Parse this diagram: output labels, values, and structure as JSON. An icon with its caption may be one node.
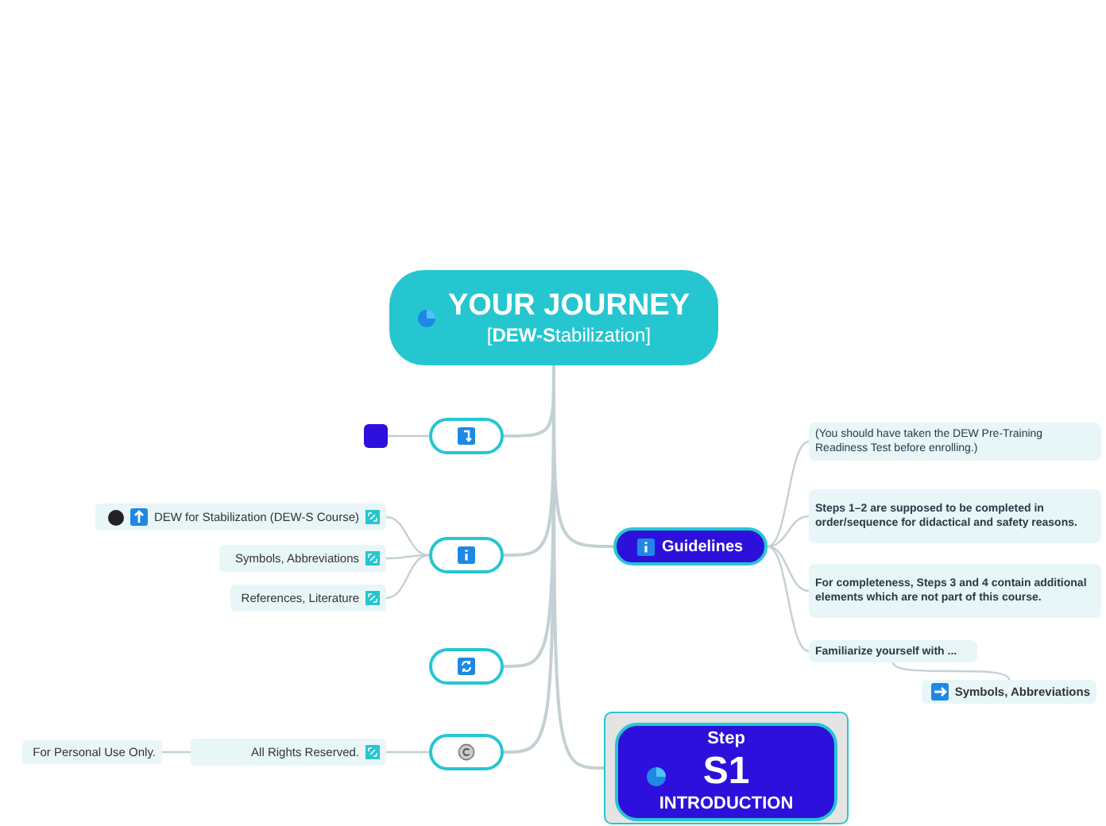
{
  "diagram": {
    "nodes": [
      {
        "text": [
          "YOUR JOURNEY",
          "[**DEW-S**tabilization]"
        ]
      },
      {
        "text": [],
        "shape": "box"
      },
      {
        "text": [],
        "shape": "box"
      },
      {
        "text": [],
        "shape": "box"
      },
      {
        "text": [
          "DEW for Stabilization (DEW-S Course)"
        ]
      },
      {
        "text": [
          "Symbols, Abbreviations"
        ]
      },
      {
        "text": [
          "References, Literature"
        ]
      },
      {
        "text": [],
        "shape": "box"
      },
      {
        "text": [],
        "shape": "box"
      },
      {
        "text": [
          "All Rights Reserved."
        ]
      },
      {
        "text": [
          "For Personal Use Only."
        ]
      },
      {
        "text": [
          "Guidelines"
        ]
      },
      {
        "text": [
          "(You should have taken the DEW Pre-Training Readiness Test before enrolling.)"
        ]
      },
      {
        "text": [
          "Steps 1–2 are supposed to be completed in order/sequence for didactical and safety reasons."
        ]
      },
      {
        "text": [
          "For completeness, Steps 3 and 4 contain additional elements which are not part of this course."
        ]
      },
      {
        "text": [
          "Familiarize yourself with ..."
        ]
      },
      {
        "text": [
          "Symbols, Abbreviations"
        ]
      },
      {
        "text": [],
        "shape": "box"
      },
      {
        "text": [
          "Step",
          "S1",
          "INTRODUCTION"
        ],
        "in": 17
      }
    ],
    "edges": [
      {
        "from": 0,
        "to": 1,
        "arrow": "none"
      },
      {
        "from": 1,
        "to": 2,
        "arrow": "none"
      },
      {
        "from": 0,
        "to": 3,
        "arrow": "none"
      },
      {
        "from": 3,
        "to": 4,
        "arrow": "none"
      },
      {
        "from": 3,
        "to": 5,
        "arrow": "none"
      },
      {
        "from": 3,
        "to": 6,
        "arrow": "none"
      },
      {
        "from": 0,
        "to": 7,
        "arrow": "none"
      },
      {
        "from": 0,
        "to": 8,
        "arrow": "none"
      },
      {
        "from": 8,
        "to": 9,
        "arrow": "none"
      },
      {
        "from": 9,
        "to": 10,
        "arrow": "none"
      },
      {
        "from": 0,
        "to": 11,
        "arrow": "none"
      },
      {
        "from": 11,
        "to": 12,
        "arrow": "none"
      },
      {
        "from": 11,
        "to": 13,
        "arrow": "none"
      },
      {
        "from": 11,
        "to": 14,
        "arrow": "none"
      },
      {
        "from": 11,
        "to": 15,
        "arrow": "none"
      },
      {
        "from": 15,
        "to": 16,
        "arrow": "none"
      },
      {
        "from": 0,
        "to": 17,
        "arrow": "none"
      }
    ]
  }
}
